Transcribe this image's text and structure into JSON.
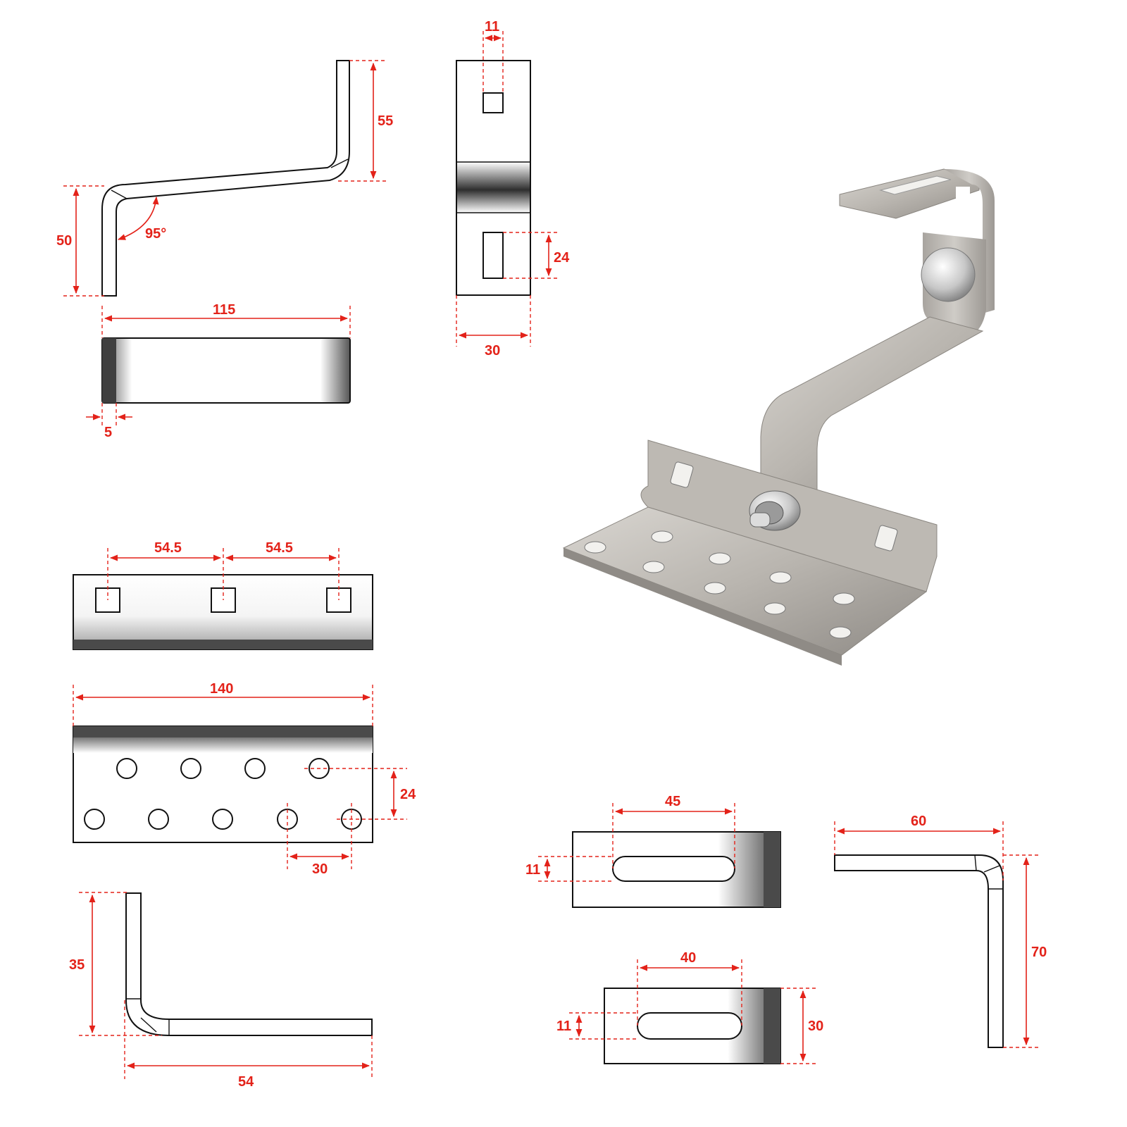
{
  "drawing": {
    "colors": {
      "dimension": "#e32219",
      "outline": "#111111",
      "edge_shade": "#4a4a4a",
      "steel_light": "#c9c6c1",
      "steel_dark": "#8f8b86"
    },
    "hook_side_view": {
      "height": "50",
      "rise": "55",
      "angle": "95°"
    },
    "hook_top_view": {
      "length": "115",
      "thickness": "5"
    },
    "hook_end_view": {
      "slot_width": "11",
      "slot_height": "24",
      "width": "30"
    },
    "base_front_view": {
      "hole_spacing_left": "54.5",
      "hole_spacing_right": "54.5"
    },
    "base_top_view": {
      "length": "140",
      "row_spacing": "24",
      "hole_spacing": "30"
    },
    "base_side_view": {
      "height": "35",
      "length": "54"
    },
    "clamp_top_view_a": {
      "slot_length": "45",
      "slot_width": "11"
    },
    "clamp_top_view_b": {
      "slot_length": "40",
      "slot_width": "11",
      "width": "30"
    },
    "clamp_side_view": {
      "length": "60",
      "height": "70"
    },
    "photo": {
      "subject": "stainless-steel-roof-hook-photo"
    }
  }
}
